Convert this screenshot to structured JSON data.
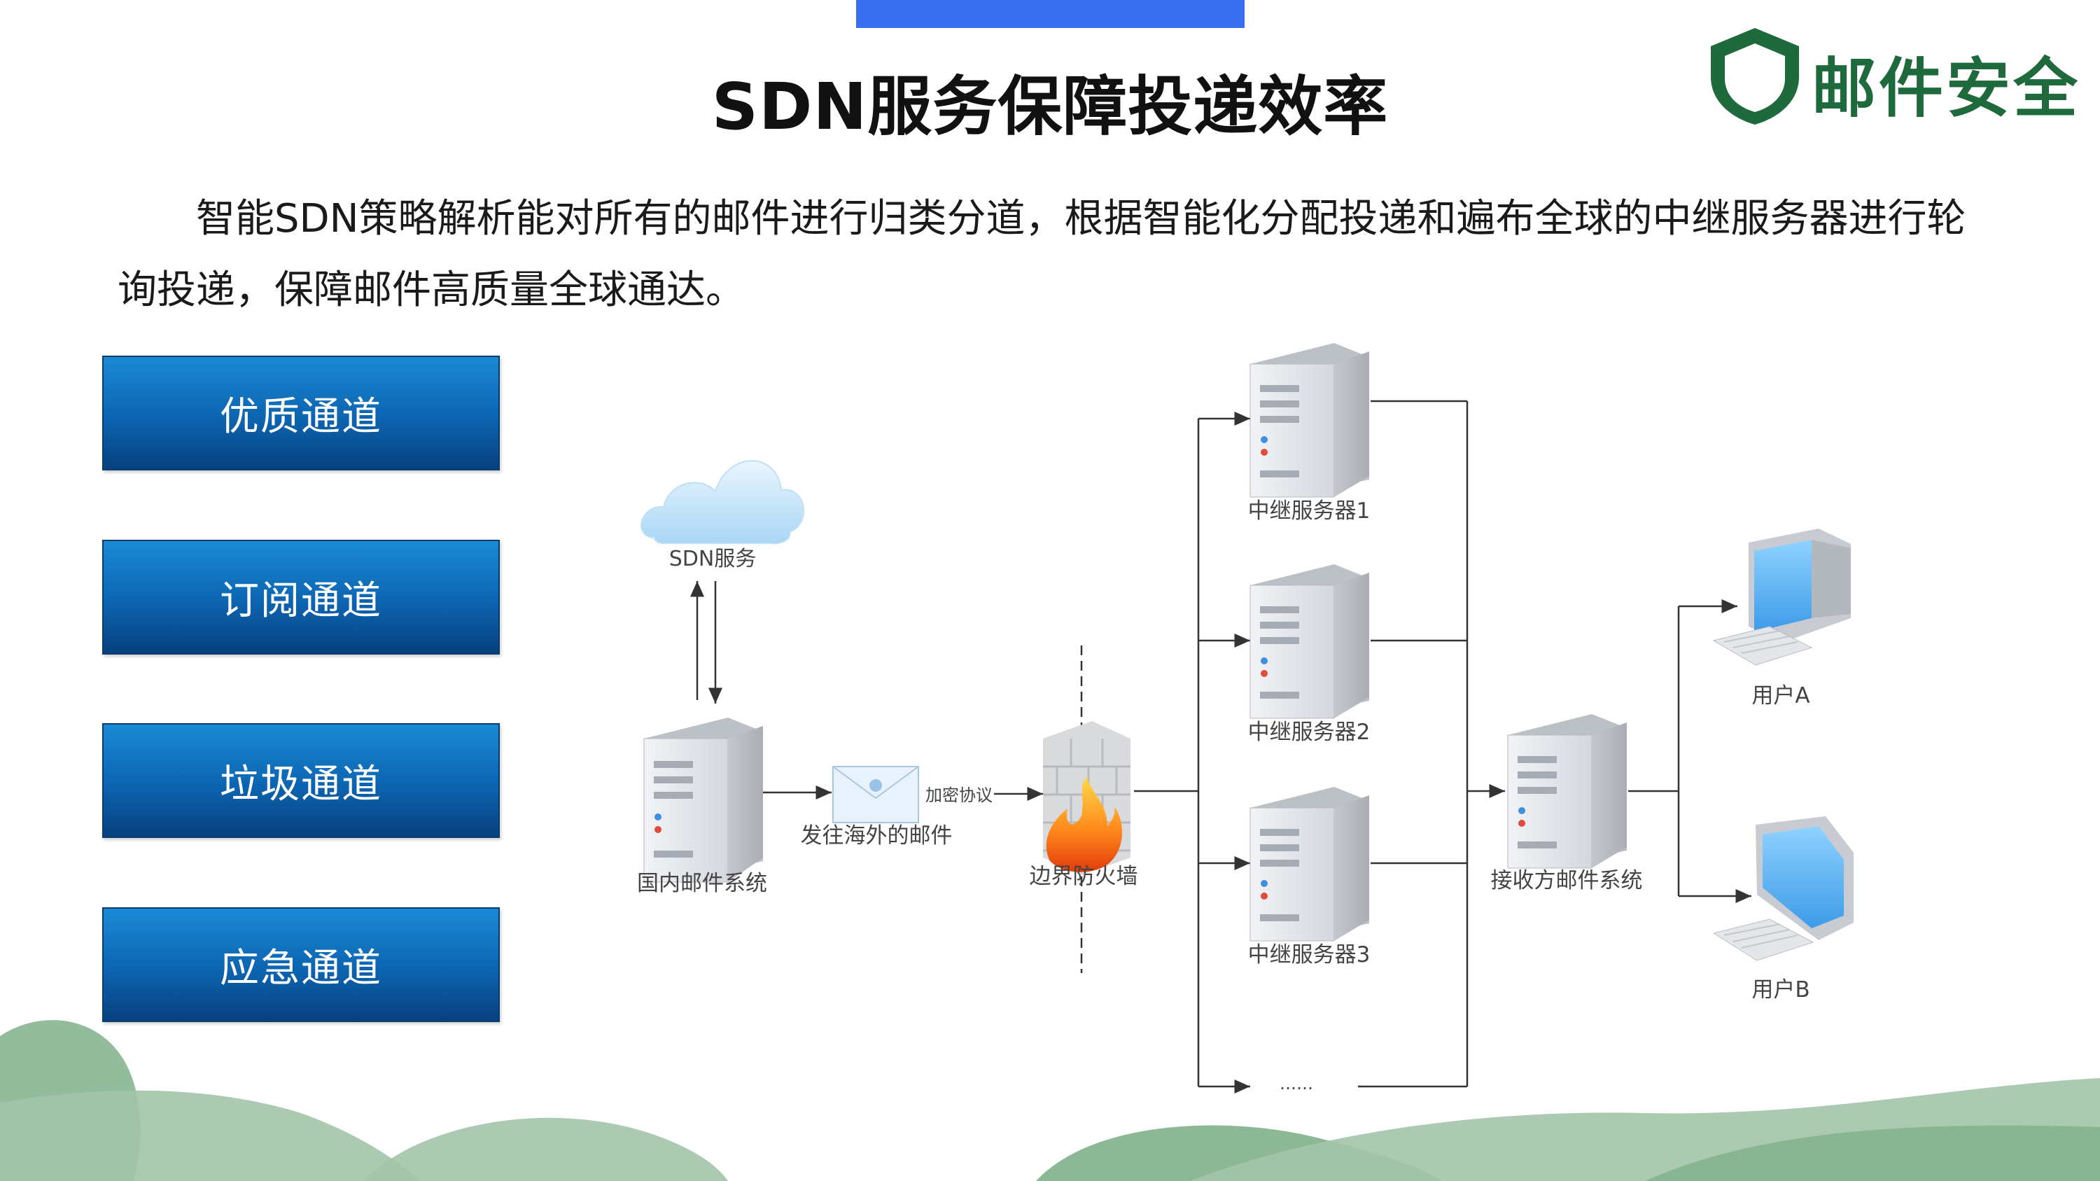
{
  "page": {
    "title": "SDN服务保障投递效率",
    "intro": "智能SDN策略解析能对所有的邮件进行归类分道，根据智能化分配投递和遍布全球的中继服务器进行轮询投递，保障邮件高质量全球通达。",
    "brand": {
      "name": "邮件安全",
      "color": "#1e6a3c",
      "icon": "shield-icon"
    },
    "accent_color": "#3a6ff0"
  },
  "channels": [
    {
      "label": "优质通道"
    },
    {
      "label": "订阅通道"
    },
    {
      "label": "垃圾通道"
    },
    {
      "label": "应急通道"
    }
  ],
  "diagram": {
    "nodes": {
      "sdn_service": "SDN服务",
      "domestic_mail": "国内邮件系统",
      "outbound_mail": "发往海外的邮件",
      "encryption": "加密协议",
      "firewall": "边界防火墙",
      "relay1": "中继服务器1",
      "relay2": "中继服务器2",
      "relay3": "中继服务器3",
      "relay_more": "……",
      "receiver": "接收方邮件系统",
      "user_a": "用户A",
      "user_b": "用户B"
    }
  }
}
